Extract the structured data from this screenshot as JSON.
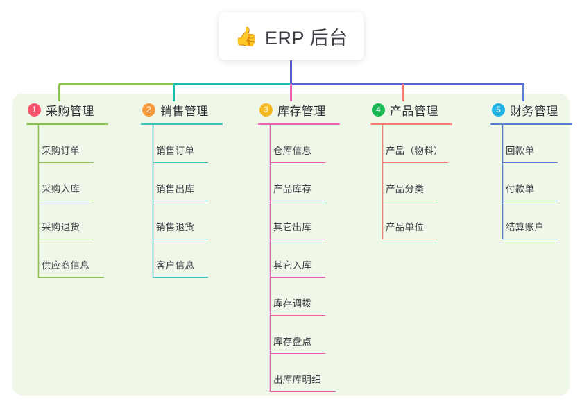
{
  "root": {
    "icon": "thumbs-up-icon",
    "emoji": "👍",
    "title": "ERP 后台"
  },
  "diagram": {
    "type": "mind-map",
    "panel_color": "#eef7e8",
    "page_background": "#ffffff",
    "bus_colors": [
      "#8cc152",
      "#18bfa5",
      "#5c62cf"
    ],
    "root_stem_color": "#5c62cf"
  },
  "columns": [
    {
      "number": "1",
      "title": "采购管理",
      "badge_color": "#f8566c",
      "line_color": "#8cc152",
      "rule_width": 118,
      "items": [
        {
          "label": "采购订单"
        },
        {
          "label": "采购入库"
        },
        {
          "label": "采购退货"
        },
        {
          "label": "供应商信息"
        }
      ]
    },
    {
      "number": "2",
      "title": "销售管理",
      "badge_color": "#f79a3c",
      "line_color": "#39c2b4",
      "rule_width": 118,
      "items": [
        {
          "label": "销售订单"
        },
        {
          "label": "销售出库"
        },
        {
          "label": "销售退货"
        },
        {
          "label": "客户信息"
        }
      ]
    },
    {
      "number": "3",
      "title": "库存管理",
      "badge_color": "#f5b820",
      "line_color": "#e85fb0",
      "rule_width": 118,
      "items": [
        {
          "label": "仓库信息"
        },
        {
          "label": "产品库存"
        },
        {
          "label": "其它出库"
        },
        {
          "label": "其它入库"
        },
        {
          "label": "库存调拨"
        },
        {
          "label": "库存盘点"
        },
        {
          "label": "出库库明细"
        }
      ]
    },
    {
      "number": "4",
      "title": "产品管理",
      "badge_color": "#1db954",
      "line_color": "#f4796f",
      "rule_width": 118,
      "items": [
        {
          "label": "产品（物料）"
        },
        {
          "label": "产品分类"
        },
        {
          "label": "产品单位"
        }
      ]
    },
    {
      "number": "5",
      "title": "财务管理",
      "badge_color": "#21b3e6",
      "line_color": "#5a7fd4",
      "rule_width": 118,
      "items": [
        {
          "label": "回款单"
        },
        {
          "label": "付款单"
        },
        {
          "label": "结算账户"
        }
      ]
    }
  ]
}
